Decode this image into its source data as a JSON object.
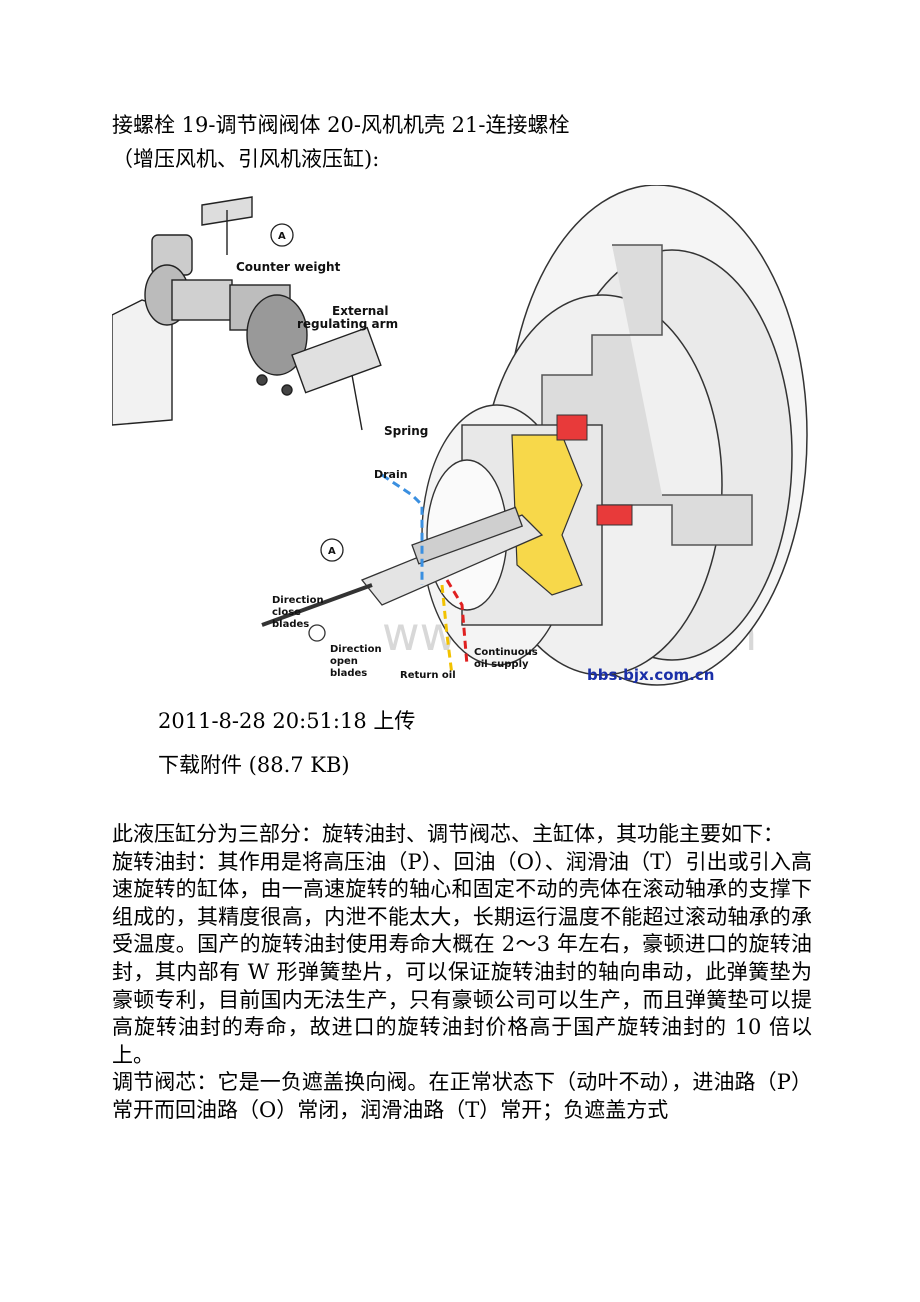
{
  "header": {
    "line1": "接螺栓 19-调节阀阀体 20-风机机壳 21-连接螺栓",
    "line2": "（增压风机、引风机液压缸):"
  },
  "figure": {
    "labels": {
      "marker_a": "A",
      "counter_weight": "Counter weight",
      "external_arm_1": "External",
      "external_arm_2": "regulating arm",
      "spring": "Spring",
      "drain": "Drain",
      "direction_close_1": "Direction",
      "direction_close_2": "close",
      "direction_close_3": "blades",
      "direction_open_1": "Direction",
      "direction_open_2": "open",
      "direction_open_3": "blades",
      "return_oil": "Return oil",
      "continuous_1": "Continuous",
      "continuous_2": "oil supply"
    },
    "watermark": "www.bdocx.com",
    "site_credit": "bbs.bjx.com.cn",
    "colors": {
      "drain": "#3a8fe0",
      "return": "#f2c200",
      "supply": "#e02020",
      "body_fill": "#f7d84a"
    }
  },
  "attachment": {
    "upload_time": "2011-8-28 20:51:18 上传",
    "download_link": "下载附件 (88.7 KB)"
  },
  "body": {
    "p1": "此液压缸分为三部分：旋转油封、调节阀芯、主缸体，其功能主要如下：",
    "p2": "旋转油封：其作用是将高压油（P）、回油（O）、润滑油（T）引出或引入高速旋转的缸体，由一高速旋转的轴心和固定不动的壳体在滚动轴承的支撑下组成的，其精度很高，内泄不能太大，长期运行温度不能超过滚动轴承的承受温度。国产的旋转油封使用寿命大概在 2～3 年左右，豪顿进口的旋转油封，其内部有 W 形弹簧垫片，可以保证旋转油封的轴向串动，此弹簧垫为豪顿专利，目前国内无法生产，只有豪顿公司可以生产，而且弹簧垫可以提高旋转油封的寿命，故进口的旋转油封价格高于国产旋转油封的 10 倍以上。",
    "p3": "调节阀芯：它是一负遮盖换向阀。在正常状态下（动叶不动），进油路（P）常开而回油路（O）常闭，润滑油路（T）常开；负遮盖方式"
  }
}
